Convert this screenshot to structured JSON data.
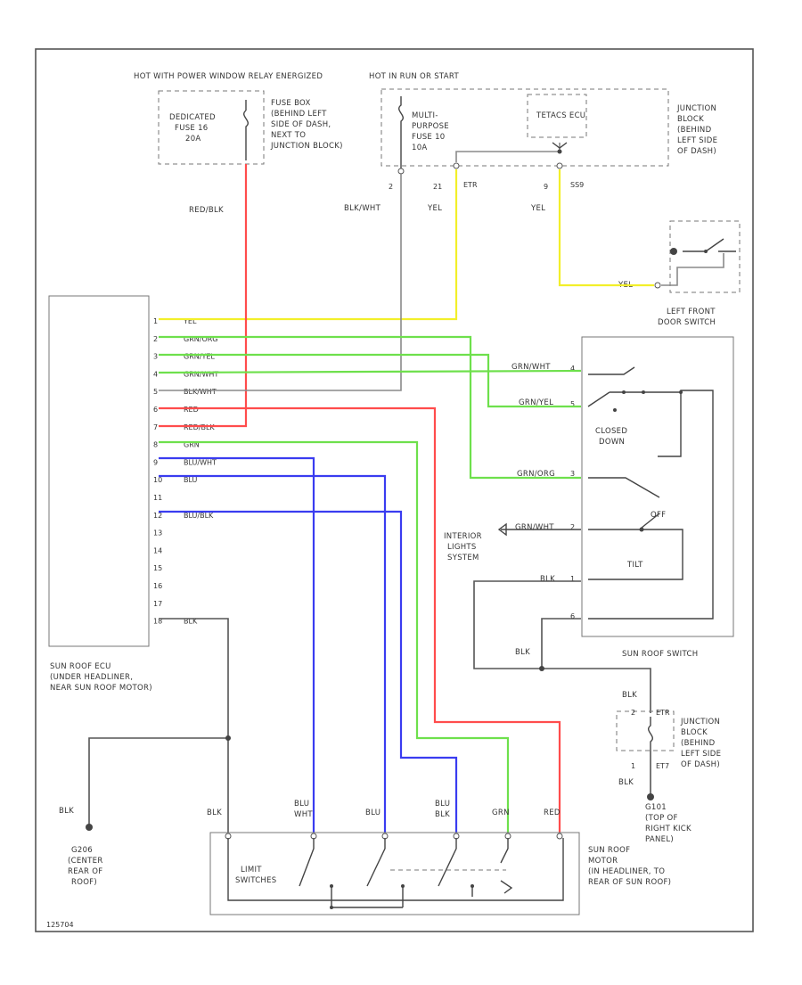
{
  "diagram": {
    "components": {
      "power_relay": "HOT WITH POWER WINDOW RELAY ENERGIZED",
      "hot_always": "HOT IN RUN OR START",
      "dedicated_fuse": [
        "DEDICATED",
        "FUSE 16",
        "20A"
      ],
      "fuse_box_location": [
        "FUSE BOX",
        "(BEHIND LEFT",
        "SIDE OF DASH,",
        "NEXT TO",
        "JUNCTION BLOCK)"
      ],
      "mpf_fuse": [
        "MULTI-",
        "PURPOSE",
        "FUSE 10",
        "10A"
      ],
      "tetacs_ecu": "TETACS ECU",
      "jb_top": [
        "JUNCTION",
        "BLOCK",
        "(BEHIND",
        "LEFT SIDE",
        "OF DASH)"
      ],
      "left_front_door_switch": [
        "LEFT FRONT",
        "DOOR SWITCH"
      ],
      "sunroof_ecu": [
        "SUN ROOF ECU",
        "(UNDER HEADLINER,",
        "NEAR SUN ROOF MOTOR)"
      ],
      "sunroof_switch": "SUN ROOF SWITCH",
      "closed_down": [
        "CLOSED",
        "DOWN"
      ],
      "off": "OFF",
      "tilt": "TILT",
      "interior_lights": [
        "INTERIOR",
        "LIGHTS",
        "SYSTEM"
      ],
      "jb_bottom": [
        "JUNCTION",
        "BLOCK",
        "(BEHIND",
        "LEFT SIDE",
        "OF DASH)"
      ],
      "g101": [
        "G101",
        "(TOP OF",
        "RIGHT KICK",
        "PANEL)"
      ],
      "g206": [
        "G206",
        "(CENTER",
        "REAR OF",
        "ROOF)"
      ],
      "motor": [
        "SUN ROOF",
        "MOTOR",
        "(IN HEADLINER, TO",
        "REAR OF SUN ROOF)"
      ],
      "limit_switches": [
        "LIMIT",
        "SWITCHES"
      ]
    },
    "wire_labels": {
      "red_blk": "RED/BLK",
      "blk_wht": "BLK/WHT",
      "yel_21": "YEL",
      "yel_9": "YEL",
      "yel_door": "YEL",
      "top_pins": [
        "2",
        "21",
        "ETR",
        "9",
        "SS9"
      ],
      "grn_wht_sw": "GRN/WHT",
      "grn_yel_sw": "GRN/YEL",
      "grn_org_sw": "GRN/ORG",
      "grn_wht_int": "GRN/WHT",
      "blk_sw1": "BLK",
      "blk_sw2": "BLK",
      "blk_jb": "BLK",
      "blk_g101": "BLK",
      "blk_g206": "BLK",
      "jb_pins": [
        "2",
        "ETR",
        "1",
        "ET7"
      ],
      "sw_pins": [
        "4",
        "5",
        "3",
        "2",
        "1",
        "6"
      ],
      "motor_wires": [
        "BLK",
        "BLU WHT",
        "BLU",
        "BLU BLK",
        "GRN",
        "RED"
      ]
    },
    "ecu_pins": [
      {
        "num": "1",
        "color": "YEL"
      },
      {
        "num": "2",
        "color": "GRN/ORG"
      },
      {
        "num": "3",
        "color": "GRN/YEL"
      },
      {
        "num": "4",
        "color": "GRN/WHT"
      },
      {
        "num": "5",
        "color": "BLK/WHT"
      },
      {
        "num": "6",
        "color": "RED"
      },
      {
        "num": "7",
        "color": "RED/BLK"
      },
      {
        "num": "8",
        "color": "GRN"
      },
      {
        "num": "9",
        "color": "BLU/WHT"
      },
      {
        "num": "10",
        "color": "BLU"
      },
      {
        "num": "11",
        "color": ""
      },
      {
        "num": "12",
        "color": "BLU/BLK"
      },
      {
        "num": "13",
        "color": ""
      },
      {
        "num": "14",
        "color": ""
      },
      {
        "num": "15",
        "color": ""
      },
      {
        "num": "16",
        "color": ""
      },
      {
        "num": "17",
        "color": ""
      },
      {
        "num": "18",
        "color": "BLK"
      }
    ],
    "figure_id": "125704"
  },
  "colors": {
    "red": "#ff4c4c",
    "yellow": "#f2ef2a",
    "green": "#6ee04c",
    "blue": "#3a3cf0",
    "gray": "#8a8a8a",
    "black": "#555555"
  }
}
